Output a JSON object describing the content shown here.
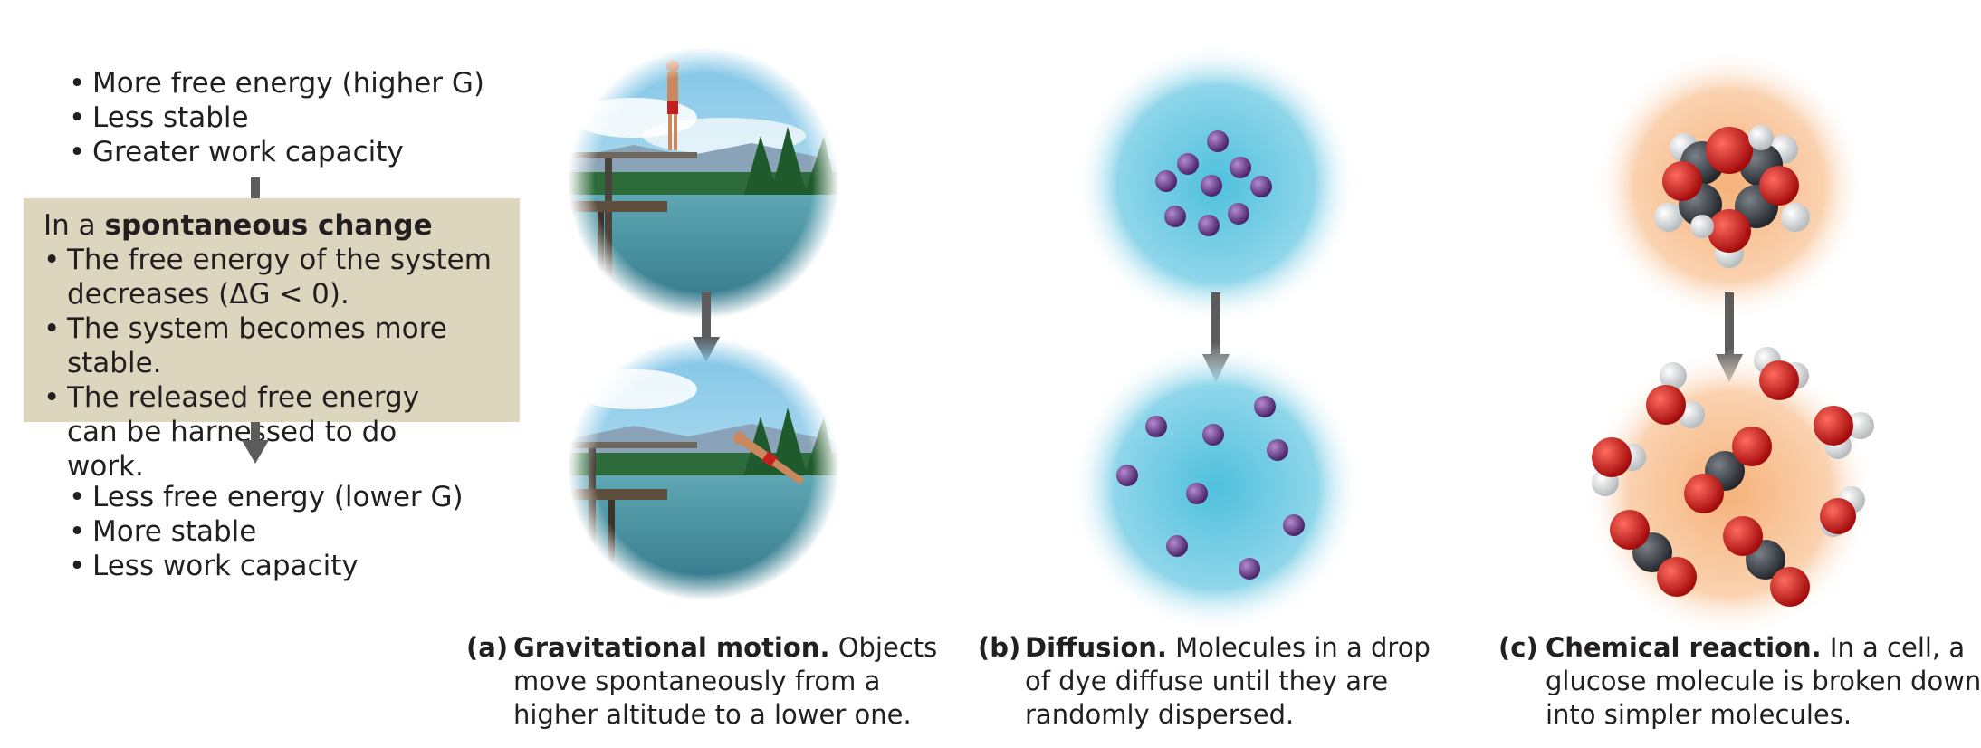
{
  "top_list": [
    "More free energy (higher G)",
    "Less stable",
    "Greater work capacity"
  ],
  "box": {
    "intro": "In a",
    "title": "spontaneous change",
    "items": [
      "The free energy of the system decreases (ΔG < 0).",
      "The system becomes more stable.",
      "The released free energy can be harnessed to do work."
    ]
  },
  "bottom_list": [
    "Less free energy (lower G)",
    "More stable",
    "Less work capacity"
  ],
  "captions": {
    "a": {
      "label": "(a)",
      "title": "Gravitational motion.",
      "line1": "Objects",
      "line2": "move spontaneously from a",
      "line3": "higher altitude to a lower one."
    },
    "b": {
      "label": "(b)",
      "title": "Diffusion.",
      "line1": "Molecules in a drop",
      "line2": "of dye diffuse until they are",
      "line3": "randomly dispersed."
    },
    "c": {
      "label": "(c)",
      "title": "Chemical reaction.",
      "line1": "In a cell, a",
      "line2": "glucose molecule is broken down",
      "line3": "into simpler molecules."
    }
  },
  "colors": {
    "box_fill": "#ddd6bf",
    "arrow": "#5c5c5c",
    "dye": "#6b3d8c",
    "water_glow": "#4fc0dc",
    "reaction_glow": "#f6b27a",
    "oxygen": "#d21c1c",
    "carbon": "#3a3f45",
    "hydrogen": "#f2f2f2"
  }
}
